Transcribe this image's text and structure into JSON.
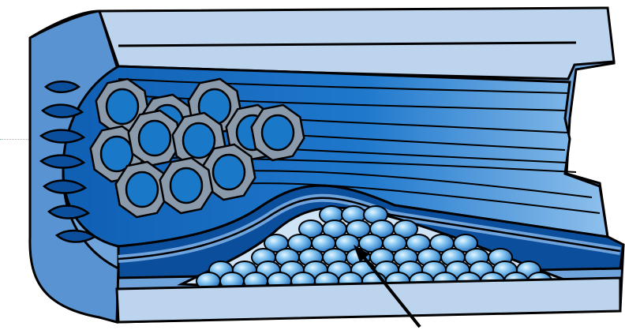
{
  "diagram": {
    "title": "",
    "labels": [],
    "colors": {
      "outline": "#000000",
      "vessel_wall_light": "#bcd4ee",
      "vessel_wall_mid": "#6fa3dc",
      "lumen_blue": "#1f6fc4",
      "lumen_deep": "#0b4f9c",
      "rbc_ring": "#8a9aab",
      "rbc_center": "#1a78c8",
      "sphere_light": "#9fd0f2",
      "sphere_dark": "#2c7fc6",
      "plaque_bg": "#cfe3f6",
      "guide_line": "#7fc0c8"
    },
    "elements": [
      "blood-vessel",
      "red-blood-cells",
      "plaque-deposit",
      "pointer-arrow"
    ]
  }
}
